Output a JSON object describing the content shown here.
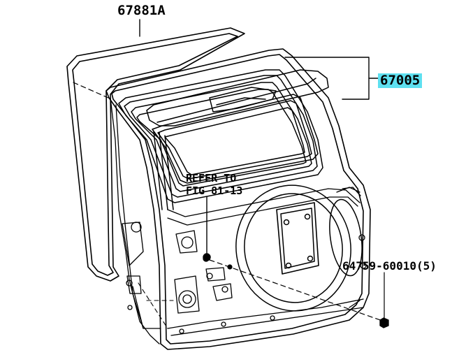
{
  "labels": {
    "weatherstrip_part": "67881A",
    "door_panel_part": "67005",
    "refer_line1": "REFER TO",
    "refer_line2": "FIG 81-13",
    "nut_part": "64759-60010(5)"
  },
  "colors": {
    "highlight": "#5ee0f0",
    "ink": "#000000",
    "background": "#ffffff"
  }
}
